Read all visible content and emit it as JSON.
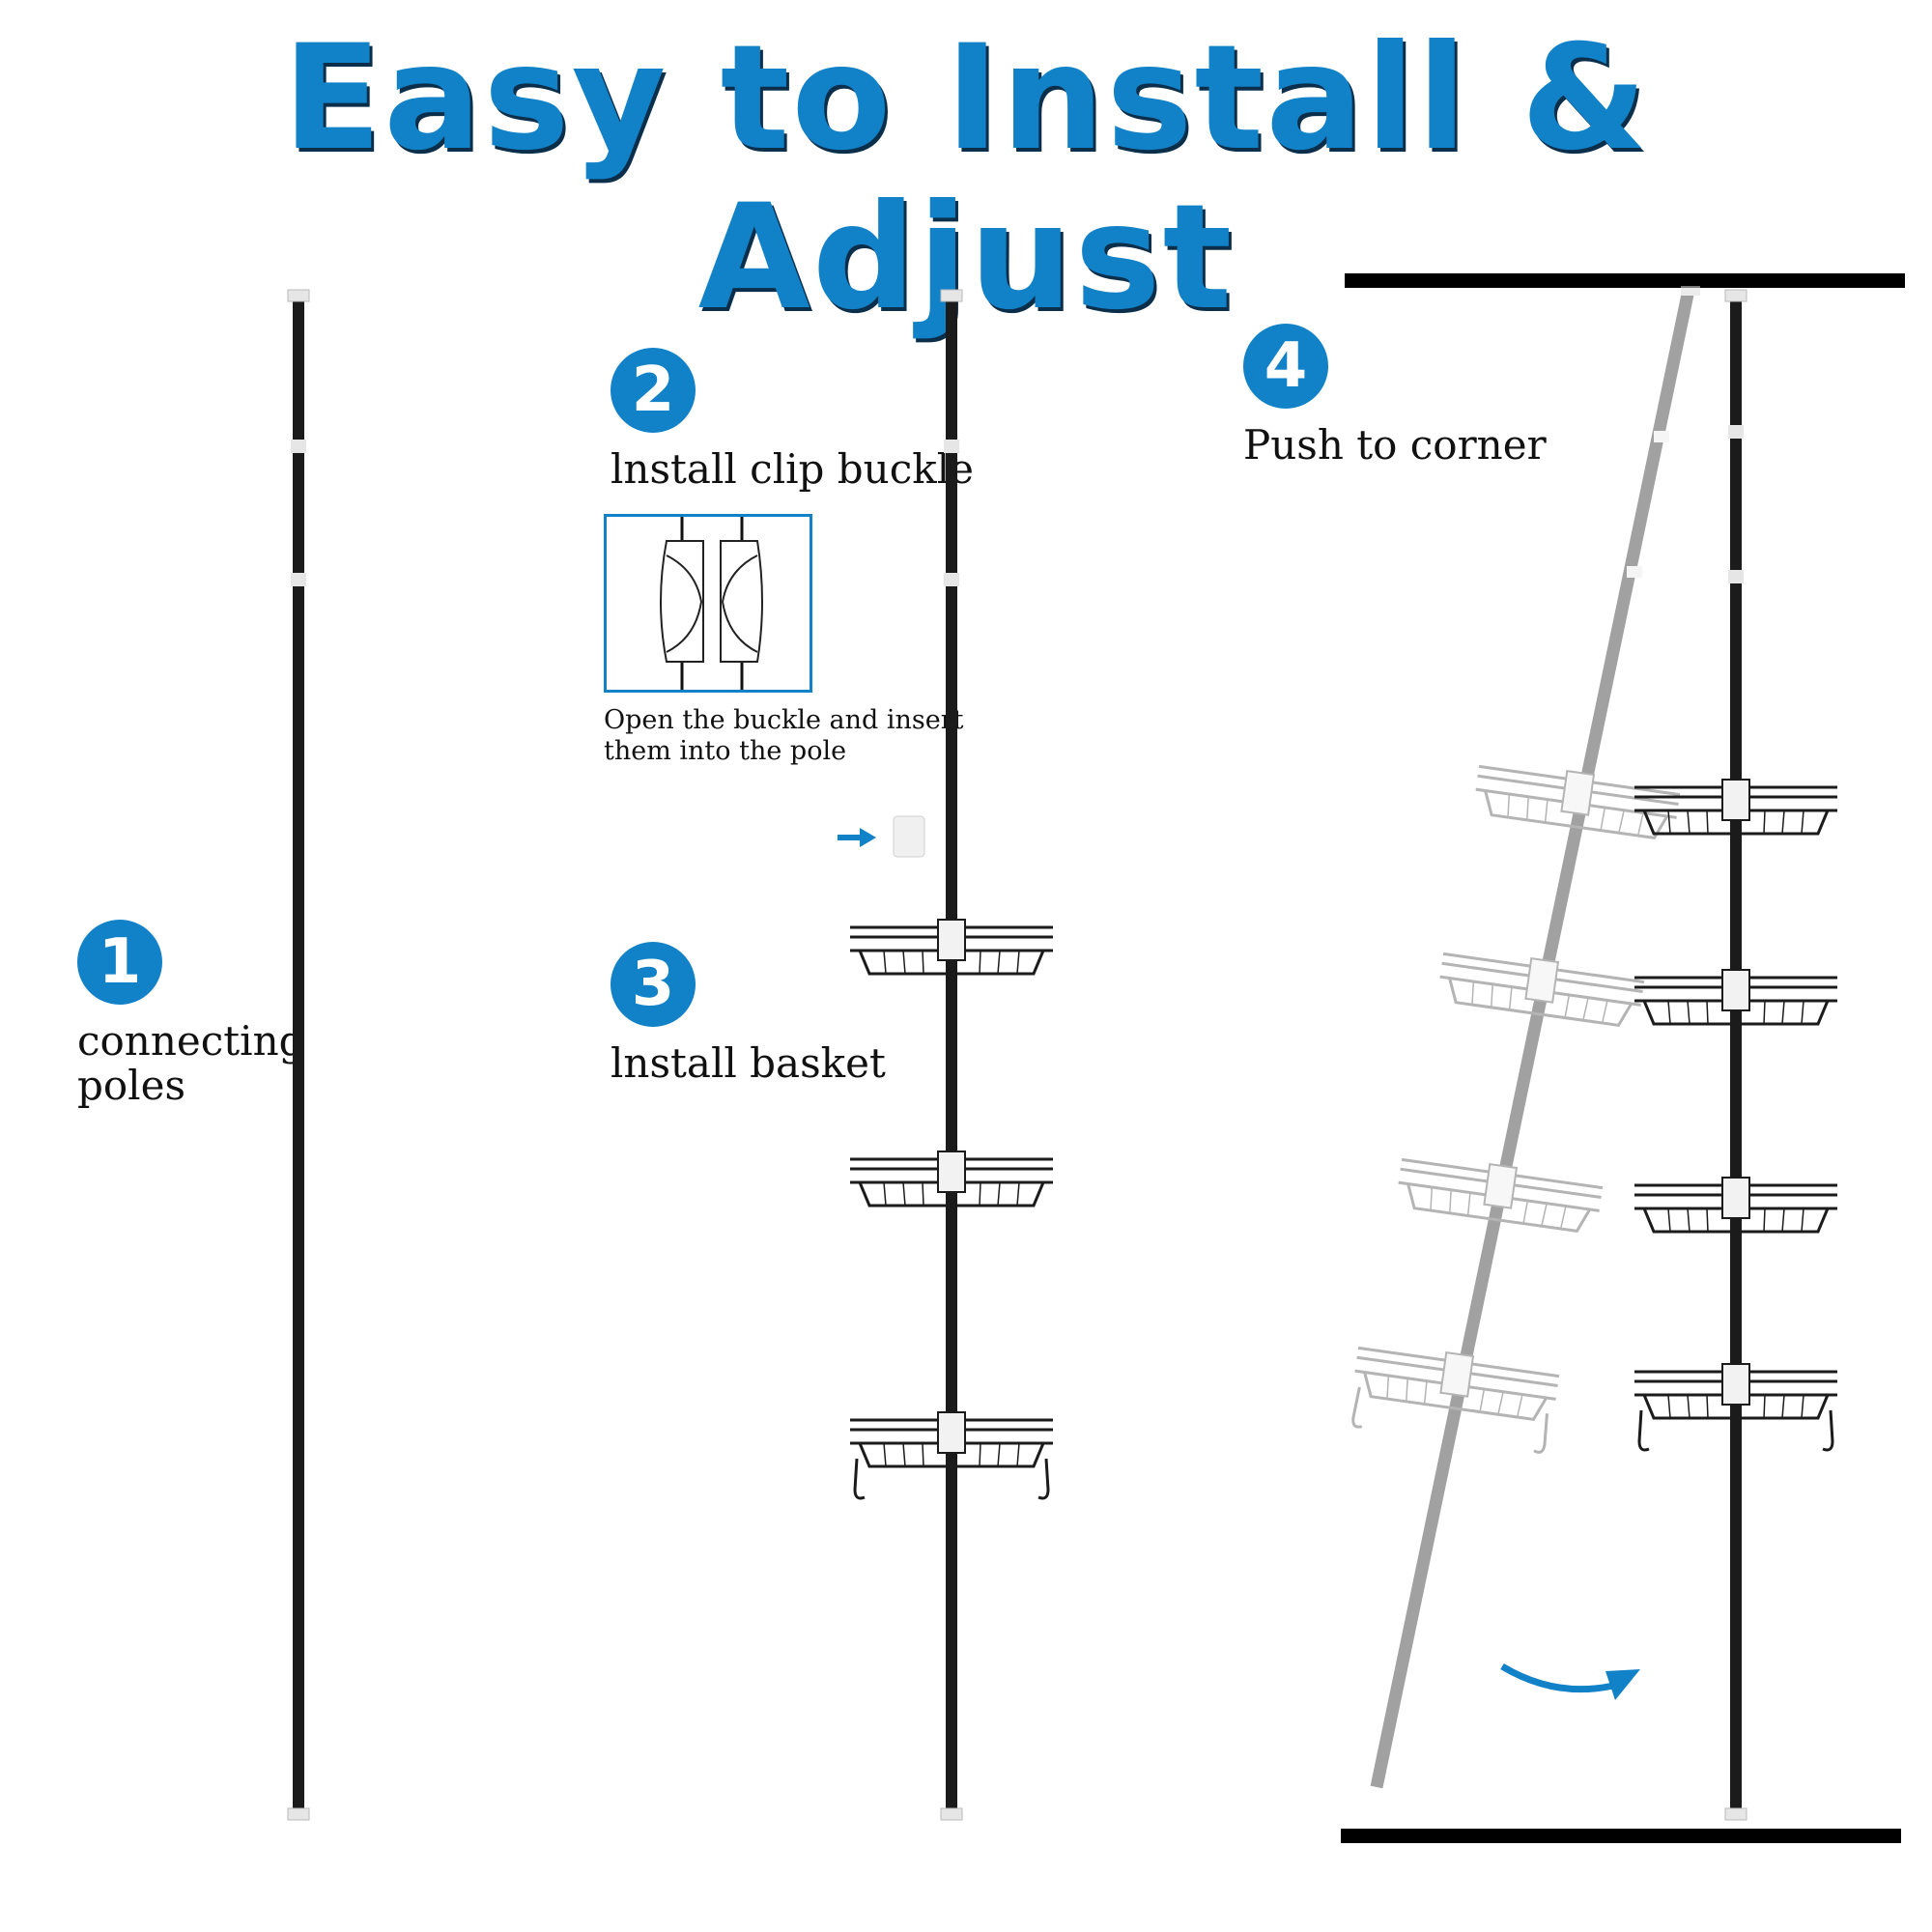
{
  "title": "Easy to Install & Adjust",
  "colors": {
    "accent": "#1282c8",
    "pole": "#1b1b1b",
    "pole_ghost": "#8a8a8a",
    "connector": "#e6e6e6",
    "bar": "#000000"
  },
  "steps": [
    {
      "number": "1",
      "label_line1": "connecting",
      "label_line2": "poles"
    },
    {
      "number": "2",
      "label": "lnstall clip buckle",
      "note_line1": "Open the buckle and insert",
      "note_line2": "them into the pole"
    },
    {
      "number": "3",
      "label": "lnstall basket"
    },
    {
      "number": "4",
      "label": "Push to corner"
    }
  ],
  "icons": {
    "arrow": "right-arrow-icon",
    "curved_arrow": "curved-arrow-icon"
  }
}
